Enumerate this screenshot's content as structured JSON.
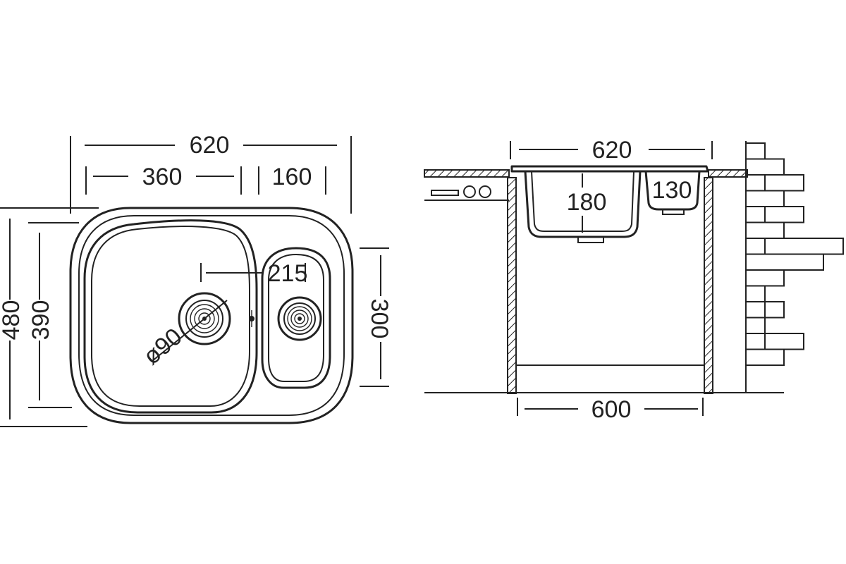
{
  "top_view": {
    "overall_width": "620",
    "main_bowl_width": "360",
    "small_bowl_width": "160",
    "overall_depth": "480",
    "main_bowl_depth": "390",
    "small_bowl_depth": "300",
    "drain_spacing": "215",
    "drain_diameter": "ø90"
  },
  "side_view": {
    "overall_width": "620",
    "main_bowl_height": "180",
    "small_bowl_height": "130",
    "cabinet_width": "600"
  }
}
